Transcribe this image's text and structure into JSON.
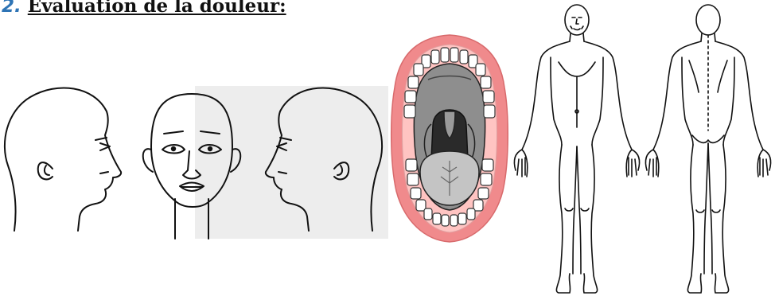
{
  "section": {
    "number": "2.",
    "title": "Evaluation de la douleur:"
  },
  "figures": {
    "head_views": [
      "head-profile-right",
      "head-front",
      "head-profile-left"
    ],
    "mouth_view": "open-mouth",
    "body_views": [
      "body-front",
      "body-back"
    ]
  },
  "colors": {
    "section_number": "#2e74b5",
    "highlight_panel": "#ededed",
    "lips": "#f08a8c",
    "gums": "#ffc4c2",
    "throat": "#2a2a2a",
    "palate": "#8e8e8e",
    "tongue": "#c4c4c4"
  }
}
